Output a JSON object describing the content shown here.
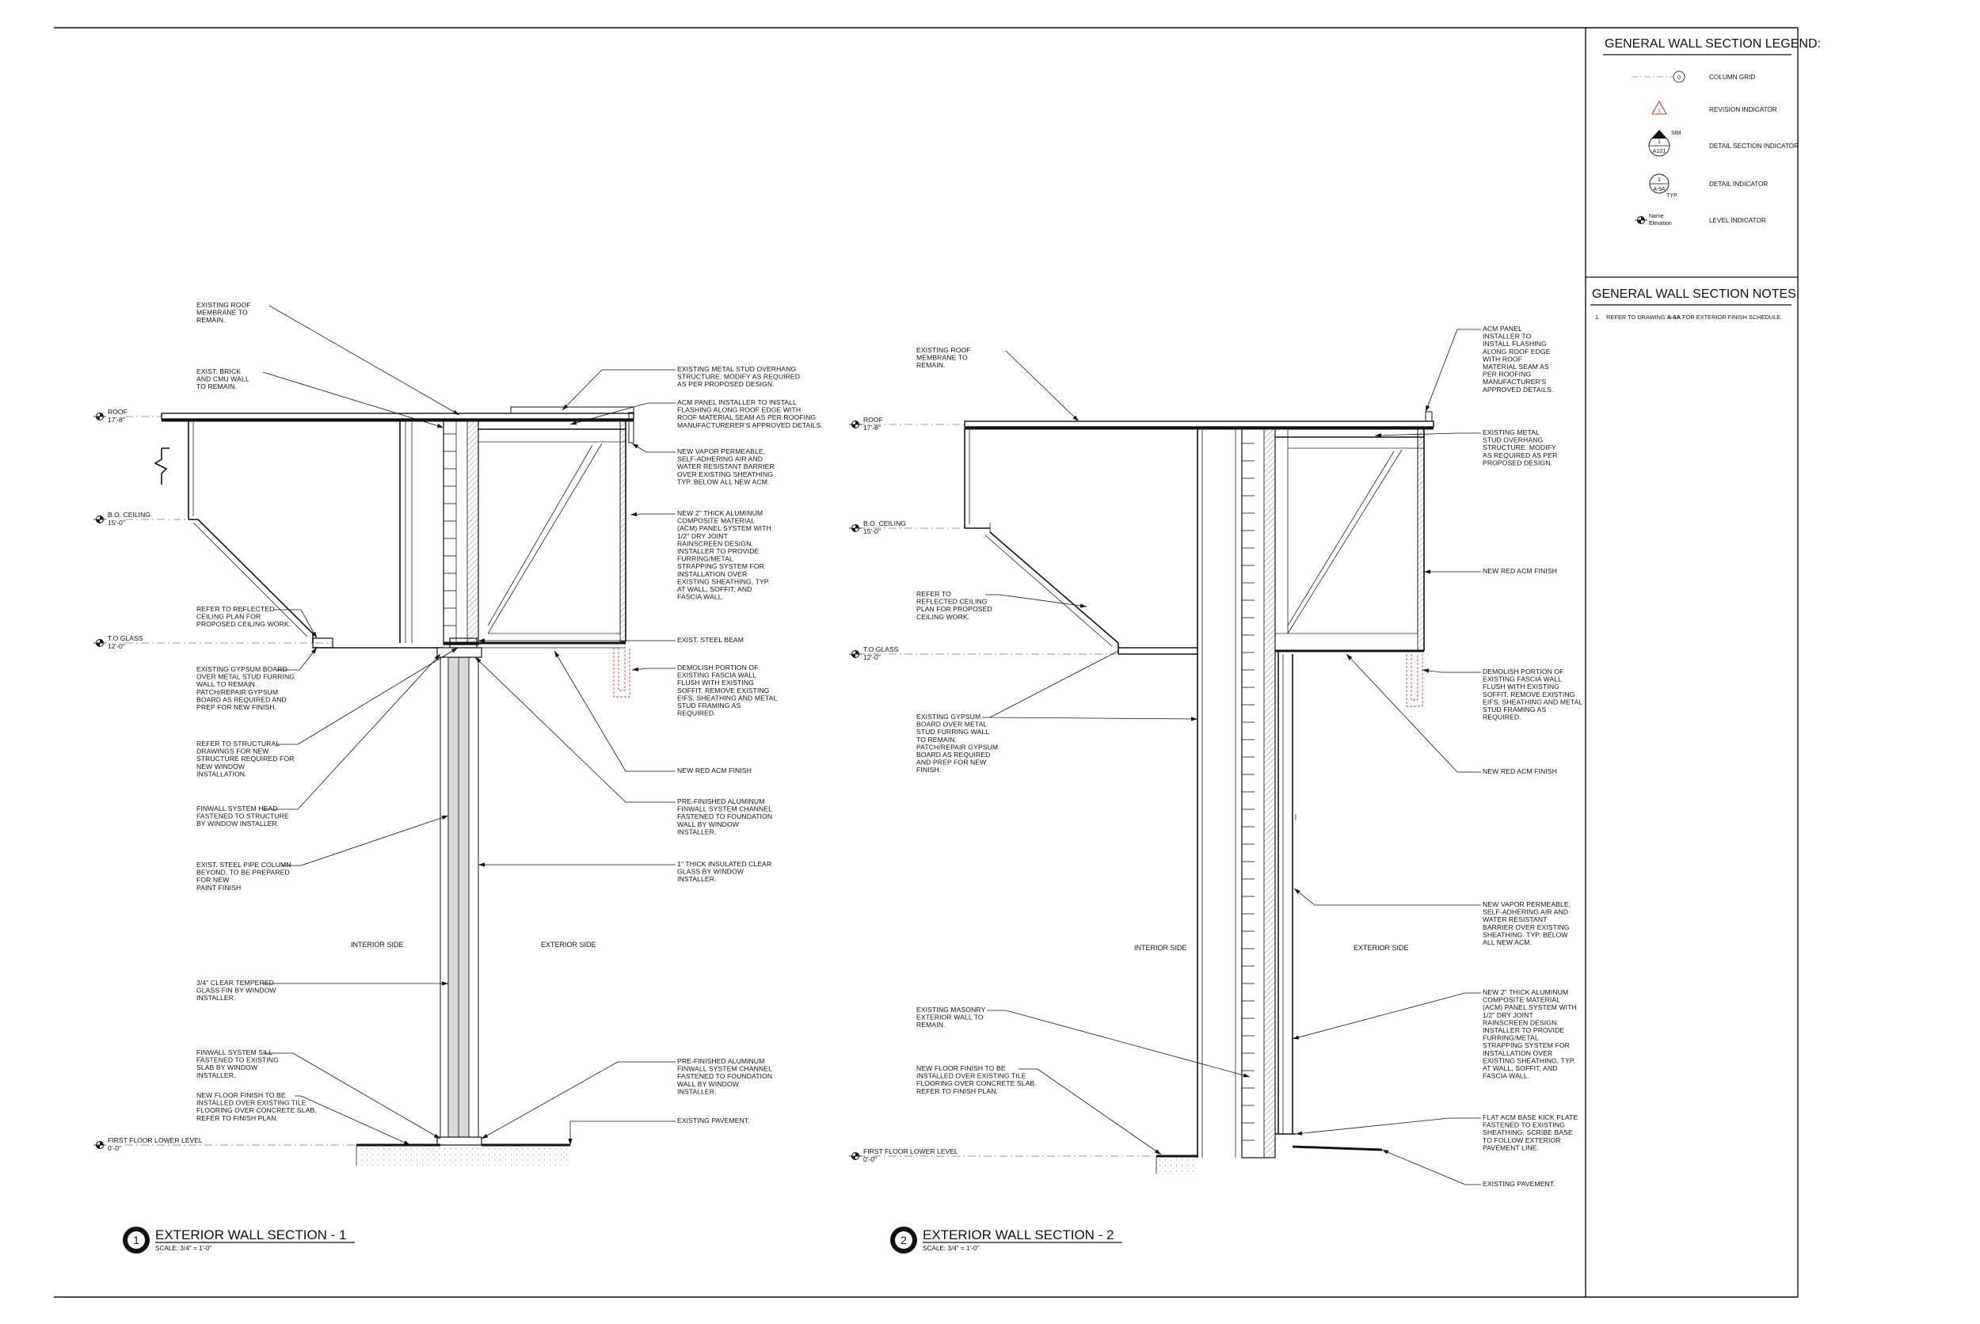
{
  "sheet": {
    "sections": [
      {
        "number": "1",
        "title": "EXTERIOR WALL SECTION - 1",
        "scale": "SCALE:  3/4\" = 1'-0\"",
        "side_labels": {
          "interior": "INTERIOR SIDE",
          "exterior": "EXTERIOR SIDE"
        },
        "levels": [
          {
            "name": "ROOF",
            "elev": "17'-8\""
          },
          {
            "name": "B.O. CEILING",
            "elev": "15'-0\""
          },
          {
            "name": "T.O GLASS",
            "elev": "12'-0\""
          },
          {
            "name": "FIRST FLOOR LOWER LEVEL",
            "elev": "0'-0\""
          }
        ],
        "notes_left": [
          [
            "EXISTING ROOF",
            "MEMBRANE TO",
            "REMAIN."
          ],
          [
            "EXIST. BRICK",
            "AND CMU WALL",
            "TO REMAIN."
          ],
          [
            "REFER TO REFLECTED",
            "CEILING PLAN FOR",
            "PROPOSED CEILING WORK."
          ],
          [
            "EXISTING GYPSUM BOARD",
            "OVER METAL STUD FURRING",
            "WALL TO REMAIN.",
            "PATCH/REPAIR GYPSUM",
            "BOARD AS REQUIRED AND",
            "PREP FOR NEW FINISH."
          ],
          [
            "REFER TO STRUCTURAL",
            "DRAWINGS FOR NEW",
            "STRUCTURE REQUIRED FOR",
            "NEW WINDOW",
            "INSTALLATION."
          ],
          [
            "FINWALL SYSTEM HEAD",
            "FASTENED TO STRUCTURE",
            "BY WINDOW INSTALLER."
          ],
          [
            "EXIST. STEEL PIPE COLUMN",
            "BEYOND, TO BE PREPARED",
            "FOR NEW",
            "PAINT FINISH"
          ],
          [
            "3/4\" CLEAR TEMPERED",
            "GLASS FIN BY WINDOW",
            "INSTALLER."
          ],
          [
            "FINWALL SYSTEM SILL",
            "FASTENED TO EXISTING",
            "SLAB BY WINDOW",
            "INSTALLER."
          ],
          [
            "NEW FLOOR FINISH TO BE",
            "INSTALLED OVER EXISTING TILE",
            "FLOORING OVER CONCRETE SLAB.",
            "REFER TO FINISH PLAN."
          ]
        ],
        "notes_right": [
          [
            "EXISTING METAL STUD OVERHANG",
            "STRUCTURE. MODIFY AS REQUIRED",
            "AS PER PROPOSED DESIGN."
          ],
          [
            "ACM PANEL INSTALLER TO INSTALL",
            "FLASHING ALONG ROOF EDGE WITH",
            "ROOF MATERIAL SEAM AS PER ROOFING",
            "MANUFACTURERER'S APPROVED DETAILS."
          ],
          [
            "NEW VAPOR PERMEABLE,",
            "SELF-ADHERING AIR AND",
            "WATER RESISTANT BARRIER",
            "OVER EXISTING SHEATHING.",
            "TYP.  BELOW ALL NEW ACM."
          ],
          [
            "NEW 2\" THICK ALUMINUM",
            "COMPOSITE MATERIAL",
            "(ACM) PANEL SYSTEM WITH",
            "1/2\" DRY JOINT",
            "RAINSCREEN DESIGN.",
            "INSTALLER TO PROVIDE",
            "FURRING/METAL",
            "STRAPPING SYSTEM FOR",
            "INSTALLATION OVER",
            "EXISTING SHEATHING, TYP.",
            "AT WALL, SOFFIT, AND",
            "FASCIA WALL."
          ],
          [
            "EXIST.  STEEL BEAM"
          ],
          [
            "DEMOLISH PORTION OF",
            "EXISTING FASCIA WALL",
            "FLUSH WITH EXISTING",
            "SOFFIT.  REMOVE EXISTING",
            "EIFS, SHEATHING AND METAL",
            "STUD FRAMING AS",
            "REQUIRED."
          ],
          [
            "NEW RED ACM FINISH"
          ],
          [
            "PRE-FINISHED ALUMINUM",
            "FINWALL SYSTEM CHANNEL",
            "FASTENED TO FOUNDATION",
            "WALL BY WINDOW",
            "INSTALLER."
          ],
          [
            "1\" THICK INSULATED CLEAR",
            "GLASS BY WINDOW",
            "INSTALLER."
          ],
          [
            "PRE-FINISHED ALUMINUM",
            "FINWALL SYSTEM CHANNEL",
            "FASTENED TO FOUNDATION",
            "WALL BY WINDOW",
            "INSTALLER."
          ],
          [
            "EXISTING PAVEMENT."
          ]
        ]
      },
      {
        "number": "2",
        "title": "EXTERIOR WALL SECTION - 2",
        "scale": "SCALE:  3/4\" = 1'-0\"",
        "side_labels": {
          "interior": "INTERIOR SIDE",
          "exterior": "EXTERIOR SIDE"
        },
        "levels": [
          {
            "name": "ROOF",
            "elev": "17'-8\""
          },
          {
            "name": "B.O. CEILING",
            "elev": "15'-0\""
          },
          {
            "name": "T.O GLASS",
            "elev": "12'-0\""
          },
          {
            "name": "FIRST FLOOR LOWER LEVEL",
            "elev": "0'-0\""
          }
        ],
        "notes_left": [
          [
            "EXISTING ROOF",
            "MEMBRANE TO",
            "REMAIN."
          ],
          [
            "REFER TO",
            "REFLECTED CEILING",
            "PLAN FOR PROPOSED",
            "CEILING WORK."
          ],
          [
            "EXISTING GYPSUM",
            "BOARD OVER METAL",
            "STUD FURRING WALL",
            "TO REMAIN.",
            "PATCH/REPAIR GYPSUM",
            "BOARD AS REQUIRED",
            "AND PREP FOR NEW",
            "FINISH."
          ],
          [
            "EXISTING MASONRY",
            "EXTERIOR WALL TO",
            "REMAIN."
          ],
          [
            "NEW FLOOR FINISH TO BE",
            "INSTALLED OVER EXISTING TILE",
            "FLOORING OVER CONCRETE SLAB.",
            "REFER TO FINISH PLAN."
          ]
        ],
        "notes_right": [
          [
            "ACM PANEL",
            "INSTALLER TO",
            "INSTALL FLASHING",
            "ALONG ROOF EDGE",
            "WITH ROOF",
            "MATERIAL SEAM AS",
            "PER ROOFING",
            "MANUFACTURER'S",
            "APPROVED DETAILS."
          ],
          [
            "EXISTING METAL",
            "STUD OVERHANG",
            "STRUCTURE.  MODIFY",
            "AS REQUIRED AS PER",
            "PROPOSED DESIGN."
          ],
          [
            "NEW RED ACM FINISH"
          ],
          [
            "DEMOLISH PORTION OF",
            "EXISTING FASCIA WALL",
            "FLUSH WITH EXISTING",
            "SOFFIT.  REMOVE EXISTING",
            "EIFS, SHEATHING AND METAL",
            "STUD FRAMING AS",
            "REQUIRED."
          ],
          [
            "NEW RED ACM FINISH"
          ],
          [
            "NEW VAPOR PERMEABLE,",
            "SELF-ADHERING AIR AND",
            "WATER RESISTANT",
            "BARRIER OVER EXISTING",
            "SHEATHING.  TYP.  BELOW",
            "ALL NEW ACM."
          ],
          [
            "NEW 2\" THICK ALUMINUM",
            "COMPOSITE MATERIAL",
            "(ACM) PANEL SYSTEM WITH",
            "1/2\" DRY JOINT",
            "RAINSCREEN DESIGN.",
            "INSTALLER TO PROVIDE",
            "FURRING/METAL",
            "STRAPPING SYSTEM FOR",
            "INSTALLATION OVER",
            "EXISTING SHEATHING, TYP.",
            "AT WALL, SOFFIT, AND",
            "FASCIA WALL."
          ],
          [
            "FLAT ACM BASE KICK PLATE",
            "FASTENED TO EXISTING",
            "SHEATHING.  SCRIBE BASE",
            "TO FOLLOW EXTERIOR",
            "PAVEMENT LINE."
          ],
          [
            "EXISTING PAVEMENT."
          ]
        ]
      }
    ],
    "legend": {
      "title": "GENERAL WALL SECTION LEGEND:",
      "items": [
        {
          "label": "COLUMN GRID",
          "icon": "column-grid-icon",
          "symbol": "0"
        },
        {
          "label": "REVISION INDICATOR",
          "icon": "revision-triangle-icon",
          "symbol": "1"
        },
        {
          "label": "DETAIL SECTION INDICATOR",
          "icon": "section-marker-icon",
          "symbol": "1",
          "sheet": "A101",
          "tag": "SIM"
        },
        {
          "label": "DETAIL INDICATOR",
          "icon": "detail-marker-icon",
          "symbol": "1",
          "sheet": "A-9A",
          "tag": "TYP."
        },
        {
          "label": "LEVEL INDICATOR",
          "icon": "level-target-icon",
          "name": "Name",
          "elev": "Elevation"
        }
      ]
    },
    "notes": {
      "title": "GENERAL WALL SECTION NOTES:",
      "items": [
        {
          "num": "1.",
          "pre": "REFER TO DRAWING ",
          "ref": "A-6A",
          "post": " FOR EXTERIOR FINISH SCHEDULE."
        }
      ]
    },
    "colors": {
      "line": "#111111",
      "revision": "#c0392b",
      "demo_dash": "#d43a3a",
      "glass": "#d8d8d8"
    }
  }
}
